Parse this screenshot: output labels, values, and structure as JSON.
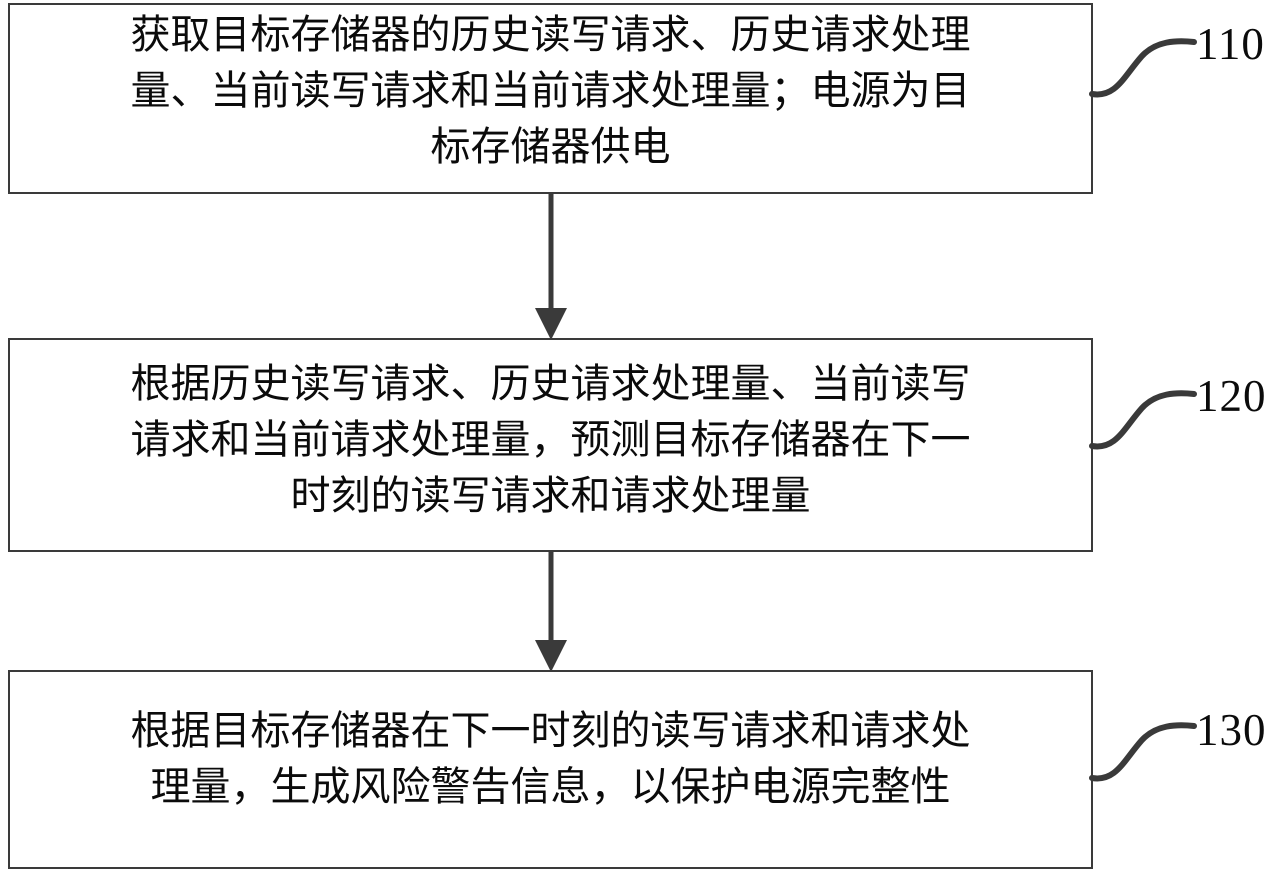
{
  "figure": {
    "type": "patent-flowchart",
    "orientation": "vertical",
    "colors": {
      "background": "#ffffff",
      "box_border": "#3a3a3a",
      "text": "#0b0b0b",
      "arrow": "#3a3a3a",
      "leader": "#3a3a3a"
    }
  },
  "steps": [
    {
      "ref": "110",
      "text": "获取目标存储器的历史读写请求、历史请求处理\n量、当前读写请求和当前请求处理量；电源为目\n标存储器供电"
    },
    {
      "ref": "120",
      "text": "根据历史读写请求、历史请求处理量、当前读写\n请求和当前请求处理量，预测目标存储器在下一\n时刻的读写请求和请求处理量"
    },
    {
      "ref": "130",
      "text": "根据目标存储器在下一时刻的读写请求和请求处\n理量，生成风险警告信息，以保护电源完整性"
    }
  ],
  "connectors": [
    {
      "name": "arrow-110-to-120",
      "from": "110",
      "to": "120"
    },
    {
      "name": "arrow-120-to-130",
      "from": "120",
      "to": "130"
    }
  ]
}
